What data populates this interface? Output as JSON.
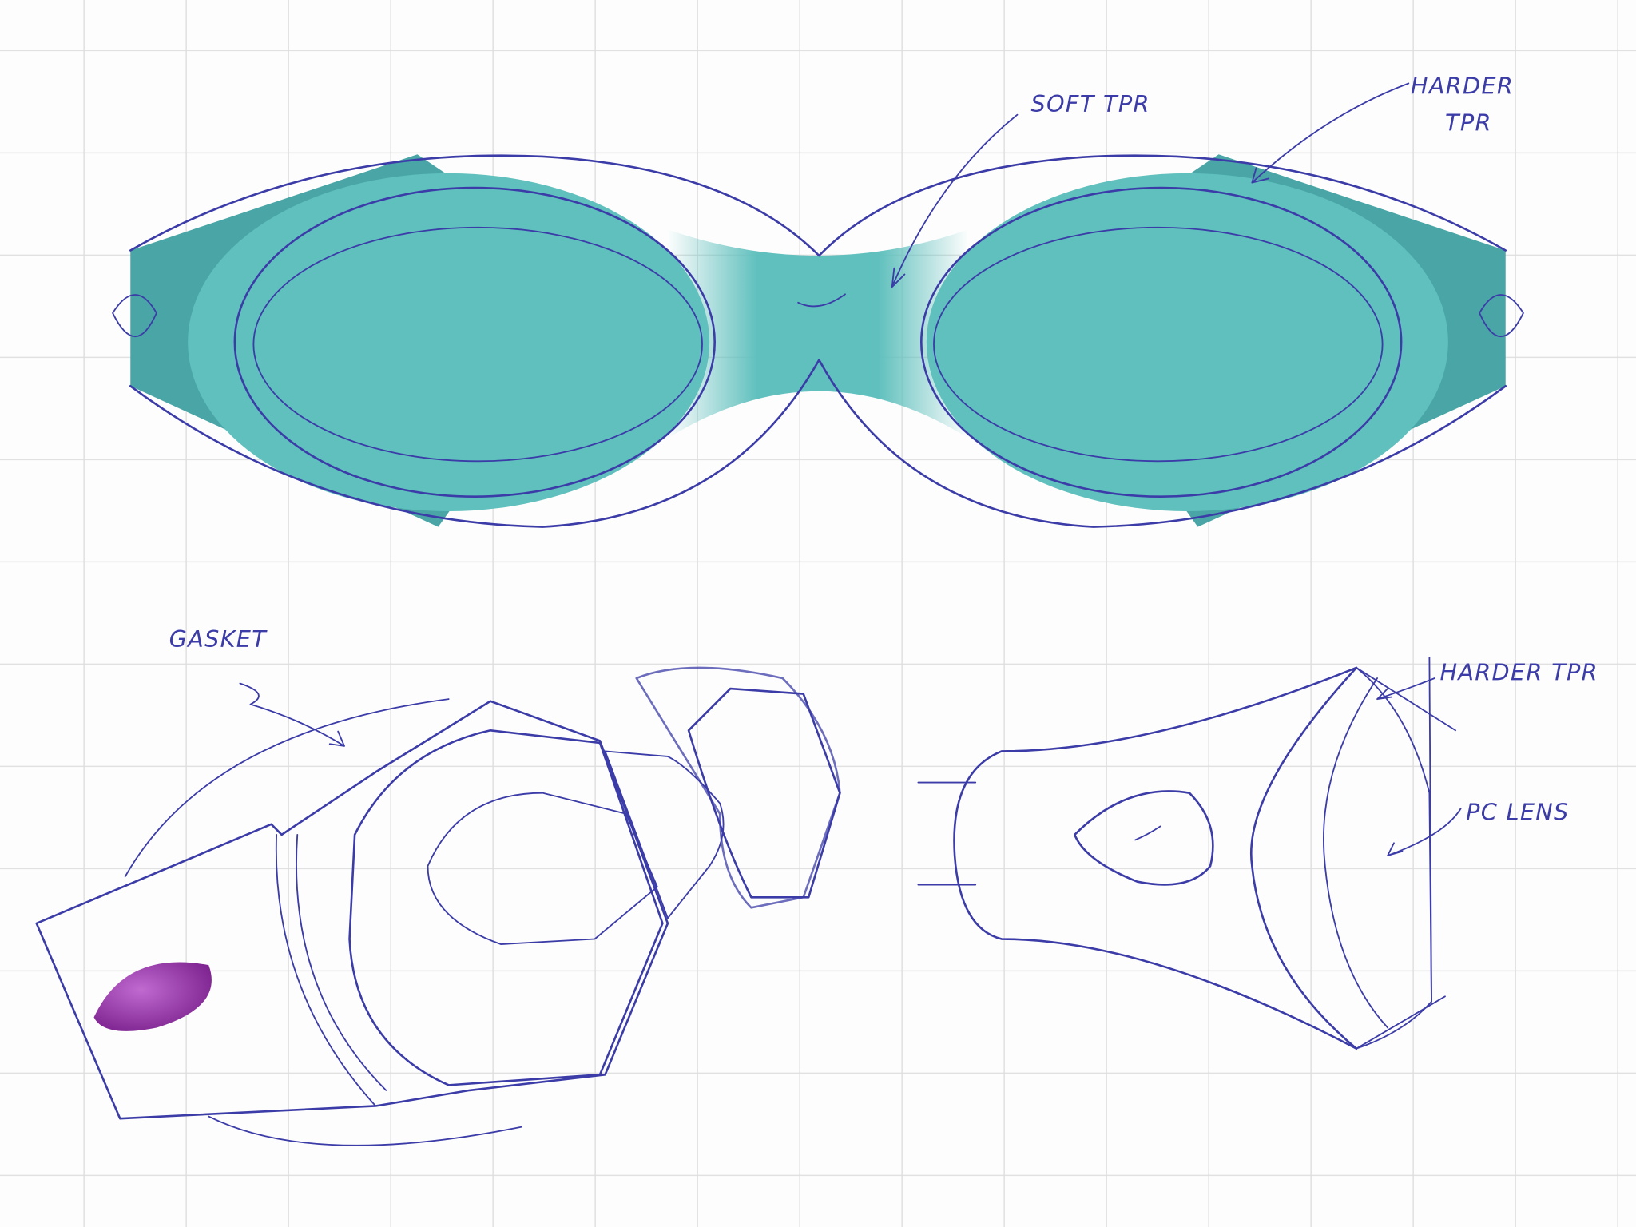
{
  "annotations": {
    "soft_tpr": "SOFT TPR",
    "harder_tpr_top_line1": "HARDER",
    "harder_tpr_top_line2": "TPR",
    "gasket": "GASKET",
    "harder_tpr_side": "HARDER TPR",
    "pc_lens": "PC LENS"
  },
  "colors": {
    "ink": "#3c3ca8",
    "teal": "#5fc0bd",
    "teal_dark": "#4aa5a6",
    "strap_button": "#8a2a9a",
    "grid": "#dcdcdc"
  }
}
